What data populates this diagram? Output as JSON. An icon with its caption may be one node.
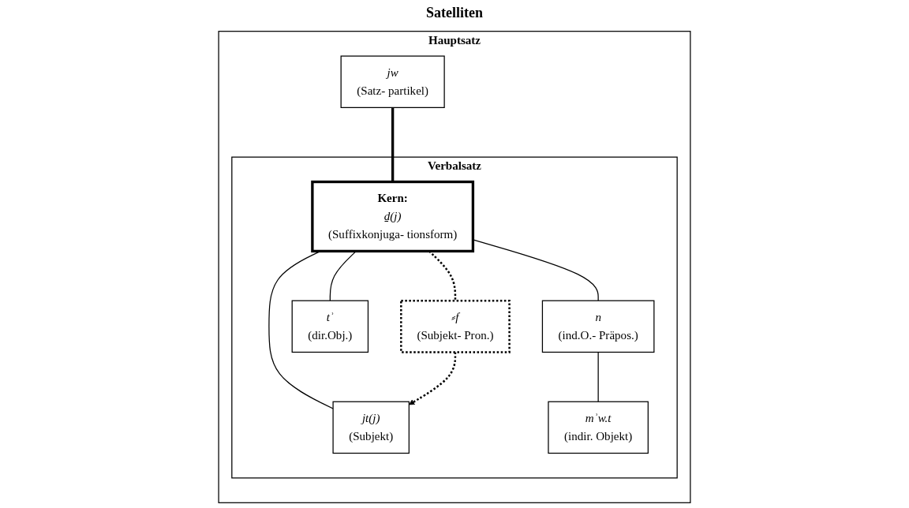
{
  "diagram": {
    "nodes": [
      {
        "text": [
          "Hauptsatz"
        ]
      },
      {
        "text": [
          "Verbalsatz"
        ],
        "in": 0
      },
      {
        "text": [
          "jw",
          "(Satz- partikel)"
        ],
        "in": 0
      },
      {
        "text": [
          "Kern:",
          "ḏ(j)",
          "(Suffixkonjuga- tionsform)"
        ],
        "in": 1
      },
      {
        "text": [
          "jt(j)",
          "(Subjekt)"
        ],
        "in": 1
      },
      {
        "text": [
          "⸗f",
          "(Subjekt- Pron.)"
        ],
        "in": 1
      },
      {
        "text": [
          "tʾ",
          "(dir.Obj.)"
        ],
        "in": 1
      },
      {
        "text": [
          "n",
          "(ind.O.- Präpos.)"
        ],
        "in": 1
      },
      {
        "text": [
          "mʾw.t",
          "(indir. Objekt)"
        ],
        "in": 1
      }
    ],
    "edges": [
      {
        "from": 2,
        "to": 3,
        "arrow": "none",
        "style": "thick"
      },
      {
        "from": 3,
        "to": 4,
        "arrow": "none"
      },
      {
        "from": 3,
        "to": 5,
        "arrow": "none",
        "style": "dashed"
      },
      {
        "from": 3,
        "to": 6,
        "arrow": "none"
      },
      {
        "from": 3,
        "to": 7,
        "arrow": "none"
      },
      {
        "from": 7,
        "to": 8,
        "arrow": "none"
      },
      {
        "from": 5,
        "to": 4,
        "arrow": "to",
        "style": "dashed"
      }
    ],
    "labels": [
      "Satelliten"
    ]
  }
}
